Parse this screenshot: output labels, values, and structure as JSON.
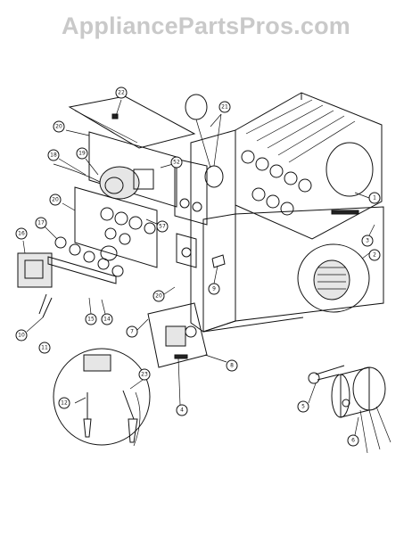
{
  "watermark": "AppliancePartsPros.com",
  "callouts": [
    {
      "id": "c22",
      "label": "22"
    },
    {
      "id": "c20a",
      "label": "20"
    },
    {
      "id": "c21",
      "label": "21"
    },
    {
      "id": "c18",
      "label": "18"
    },
    {
      "id": "c19",
      "label": "19"
    },
    {
      "id": "c52",
      "label": "52"
    },
    {
      "id": "c1",
      "label": "1"
    },
    {
      "id": "c20b",
      "label": "20"
    },
    {
      "id": "c57",
      "label": "57"
    },
    {
      "id": "c16",
      "label": "16"
    },
    {
      "id": "c17",
      "label": "17"
    },
    {
      "id": "c3",
      "label": "3"
    },
    {
      "id": "c2",
      "label": "2"
    },
    {
      "id": "c9",
      "label": "9"
    },
    {
      "id": "c20c",
      "label": "20"
    },
    {
      "id": "c15",
      "label": "15"
    },
    {
      "id": "c14",
      "label": "14"
    },
    {
      "id": "c10",
      "label": "10"
    },
    {
      "id": "c7",
      "label": "7"
    },
    {
      "id": "c11",
      "label": "11"
    },
    {
      "id": "c8",
      "label": "8"
    },
    {
      "id": "c12",
      "label": "12"
    },
    {
      "id": "c23",
      "label": "23"
    },
    {
      "id": "c5",
      "label": "5"
    },
    {
      "id": "c6",
      "label": "6"
    },
    {
      "id": "c4",
      "label": "4"
    }
  ]
}
